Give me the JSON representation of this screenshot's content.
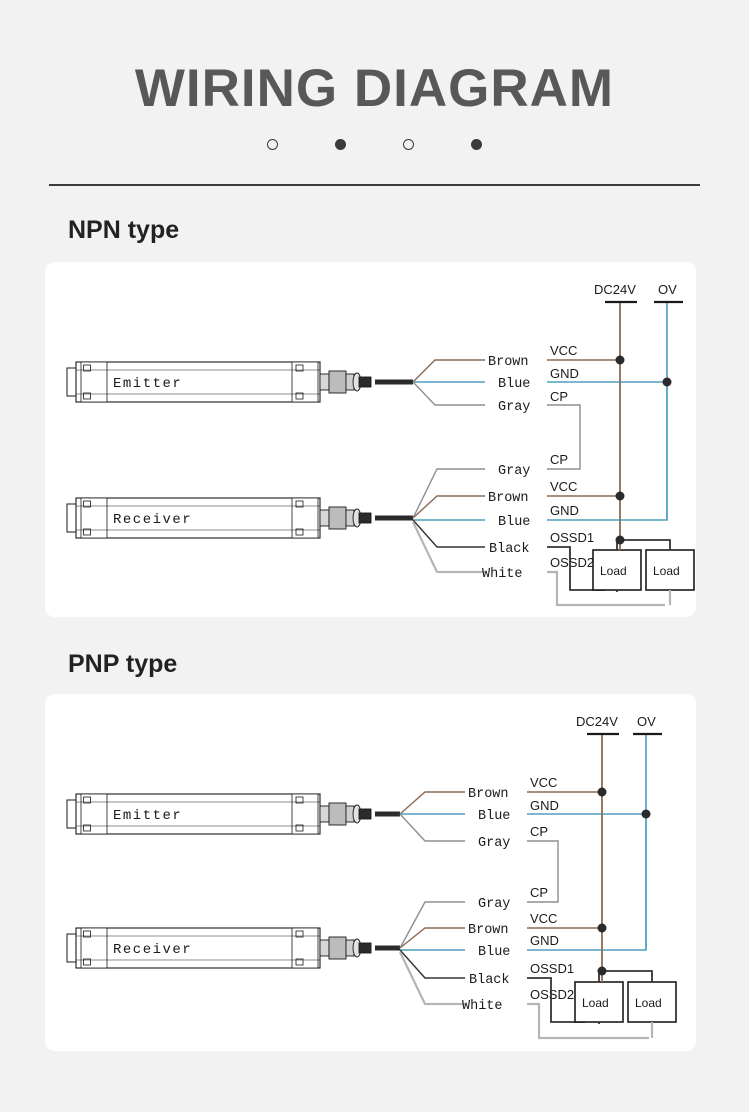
{
  "header": {
    "title": "WIRING DIAGRAM",
    "dots": [
      "hollow",
      "solid",
      "hollow",
      "solid"
    ]
  },
  "colors": {
    "page_background": "#f2f2f2",
    "card_background": "#ffffff",
    "title_text": "#585858",
    "section_title_text": "#222222",
    "divider": "#3c3c3c",
    "wire_brown": "#8a6a55",
    "wire_blue": "#4c9fbe",
    "wire_gray": "#8f8f8f",
    "wire_black": "#333333",
    "wire_white": "#b5b5b5",
    "outline": "#1a1a1a"
  },
  "sections": [
    {
      "id": "npn",
      "title": "NPN type",
      "rails": {
        "power": "DC24V",
        "ground": "OV"
      },
      "emitter": {
        "device_label": "Emitter",
        "wires": [
          {
            "color_name": "Brown",
            "signal": "VCC",
            "wire_color": "#8a6a55"
          },
          {
            "color_name": "Blue",
            "signal": "GND",
            "wire_color": "#4c9fbe"
          },
          {
            "color_name": "Gray",
            "signal": "CP",
            "wire_color": "#8f8f8f"
          }
        ]
      },
      "receiver": {
        "device_label": "Receiver",
        "wires": [
          {
            "color_name": "Gray",
            "signal": "CP",
            "wire_color": "#8f8f8f"
          },
          {
            "color_name": "Brown",
            "signal": "VCC",
            "wire_color": "#8a6a55"
          },
          {
            "color_name": "Blue",
            "signal": "GND",
            "wire_color": "#4c9fbe"
          },
          {
            "color_name": "Black",
            "signal": "OSSD1",
            "wire_color": "#333333"
          },
          {
            "color_name": "White",
            "signal": "OSSD2",
            "wire_color": "#b5b5b5"
          }
        ]
      },
      "loads": [
        "Load",
        "Load"
      ]
    },
    {
      "id": "pnp",
      "title": "PNP type",
      "rails": {
        "power": "DC24V",
        "ground": "OV"
      },
      "emitter": {
        "device_label": "Emitter",
        "wires": [
          {
            "color_name": "Brown",
            "signal": "VCC",
            "wire_color": "#8a6a55"
          },
          {
            "color_name": "Blue",
            "signal": "GND",
            "wire_color": "#4c9fbe"
          },
          {
            "color_name": "Gray",
            "signal": "CP",
            "wire_color": "#8f8f8f"
          }
        ]
      },
      "receiver": {
        "device_label": "Receiver",
        "wires": [
          {
            "color_name": "Gray",
            "signal": "CP",
            "wire_color": "#8f8f8f"
          },
          {
            "color_name": "Brown",
            "signal": "VCC",
            "wire_color": "#8a6a55"
          },
          {
            "color_name": "Blue",
            "signal": "GND",
            "wire_color": "#4c9fbe"
          },
          {
            "color_name": "Black",
            "signal": "OSSD1",
            "wire_color": "#333333"
          },
          {
            "color_name": "White",
            "signal": "OSSD2",
            "wire_color": "#b5b5b5"
          }
        ]
      },
      "loads": [
        "Load",
        "Load"
      ]
    }
  ]
}
